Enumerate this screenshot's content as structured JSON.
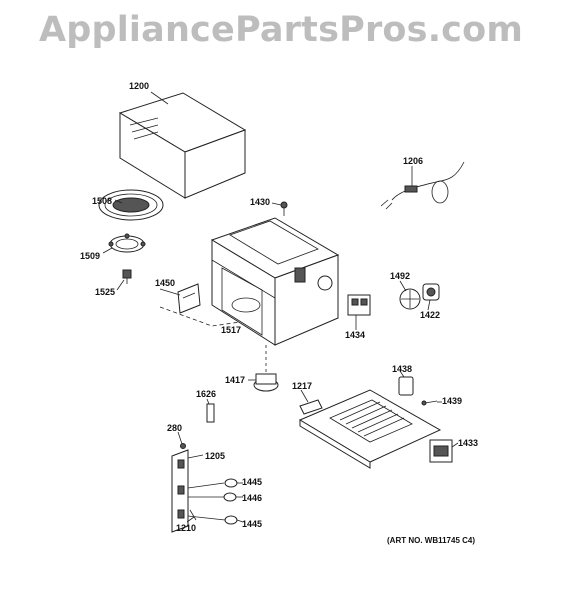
{
  "watermark": "AppliancePartsPros.com",
  "art_number": "(ART NO. WB11745 C4)",
  "parts": {
    "p1200": "1200",
    "p1206": "1206",
    "p1508": "1508",
    "p1430": "1430",
    "p1509": "1509",
    "p1492": "1492",
    "p1450": "1450",
    "p1525": "1525",
    "p1422": "1422",
    "p1434": "1434",
    "p1517": "1517",
    "p1438": "1438",
    "p1417": "1417",
    "p1217": "1217",
    "p1626": "1626",
    "p1439": "1439",
    "p280": "280",
    "p1433": "1433",
    "p1205": "1205",
    "p1445a": "1445",
    "p1446": "1446",
    "p1210": "1210",
    "p1445b": "1445"
  }
}
